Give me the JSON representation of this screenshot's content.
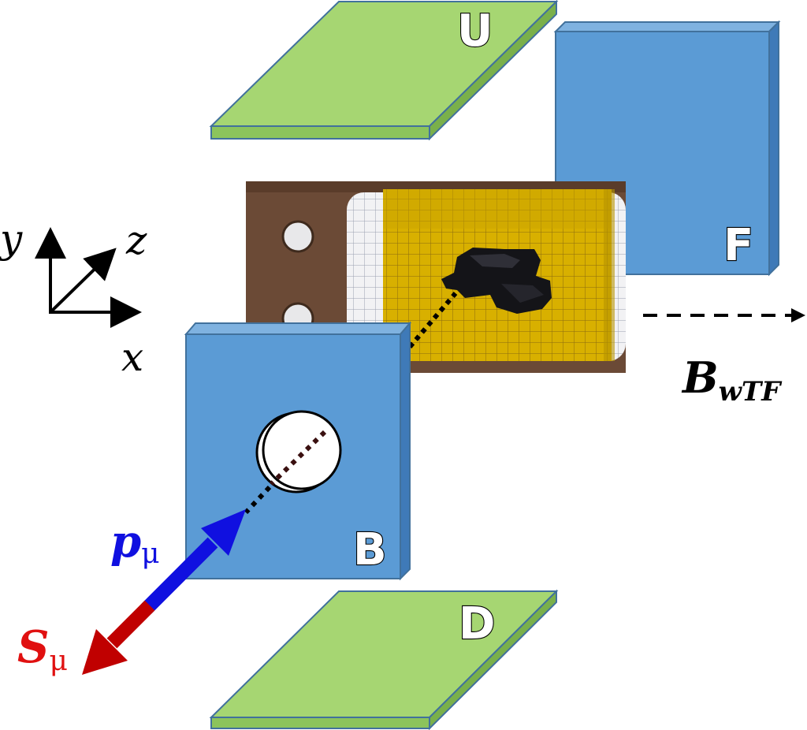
{
  "detectors": {
    "up": {
      "label": "U"
    },
    "forward": {
      "label": "F"
    },
    "backward": {
      "label": "B"
    },
    "down": {
      "label": "D"
    }
  },
  "axes": {
    "x": "x",
    "y": "y",
    "z": "z"
  },
  "field": {
    "symbol": "B",
    "subscript": "wTF"
  },
  "muon": {
    "momentum_symbol": "p",
    "momentum_subscript": "μ",
    "spin_symbol": "S",
    "spin_subscript": "μ"
  },
  "colors": {
    "detector_green": "#a6d672",
    "detector_blue": "#5b9bd5",
    "detector_edge": "#41719c",
    "momentum_arrow": "#1010e0",
    "spin_arrow": "#c00000",
    "sample_holder": "#6b4a36",
    "kapton": "#d8b000"
  }
}
